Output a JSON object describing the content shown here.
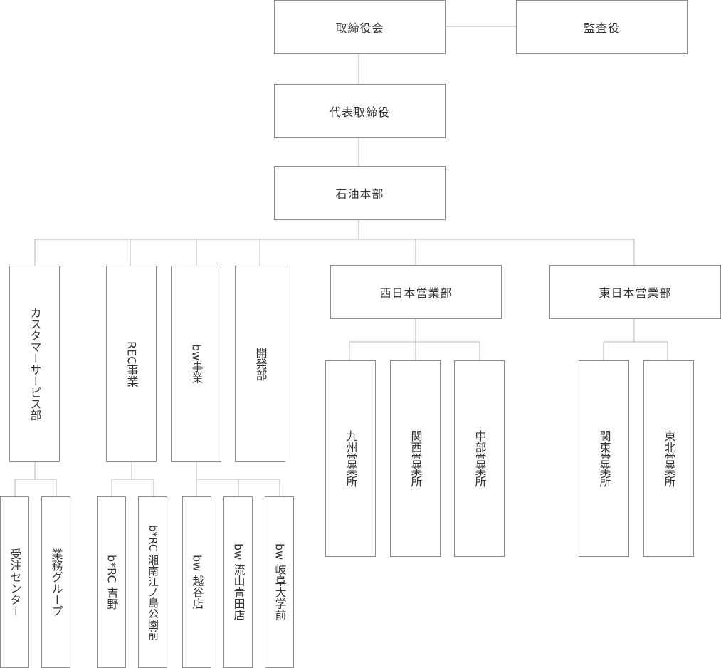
{
  "org_chart": {
    "board": "取締役会",
    "auditor": "監査役",
    "ceo": "代表取締役",
    "hq": "石油本部",
    "customer_service": "カスタマーサービス部",
    "rec_business": "REC事業",
    "bw_business": "bw事業",
    "development": "開発部",
    "west_japan": "西日本営業部",
    "east_japan": "東日本営業部",
    "kyushu": "九州営業所",
    "kansai": "関西営業所",
    "chubu": "中部営業所",
    "kanto": "関東営業所",
    "tohoku": "東北営業所",
    "order_center": "受注センター",
    "operations_group": "業務グループ",
    "brc_yoshino": "b*RC 吉野",
    "brc_shonan": "b*RC 湘南江ノ島公園前",
    "bw_koshigaya": "bw 越谷店",
    "bw_nagareyama": "bw 流山青田店",
    "bw_gifu": "bw 岐阜大学前"
  },
  "colors": {
    "border": "#8c8c8c",
    "line": "#b4b4b4",
    "text": "#333333"
  }
}
